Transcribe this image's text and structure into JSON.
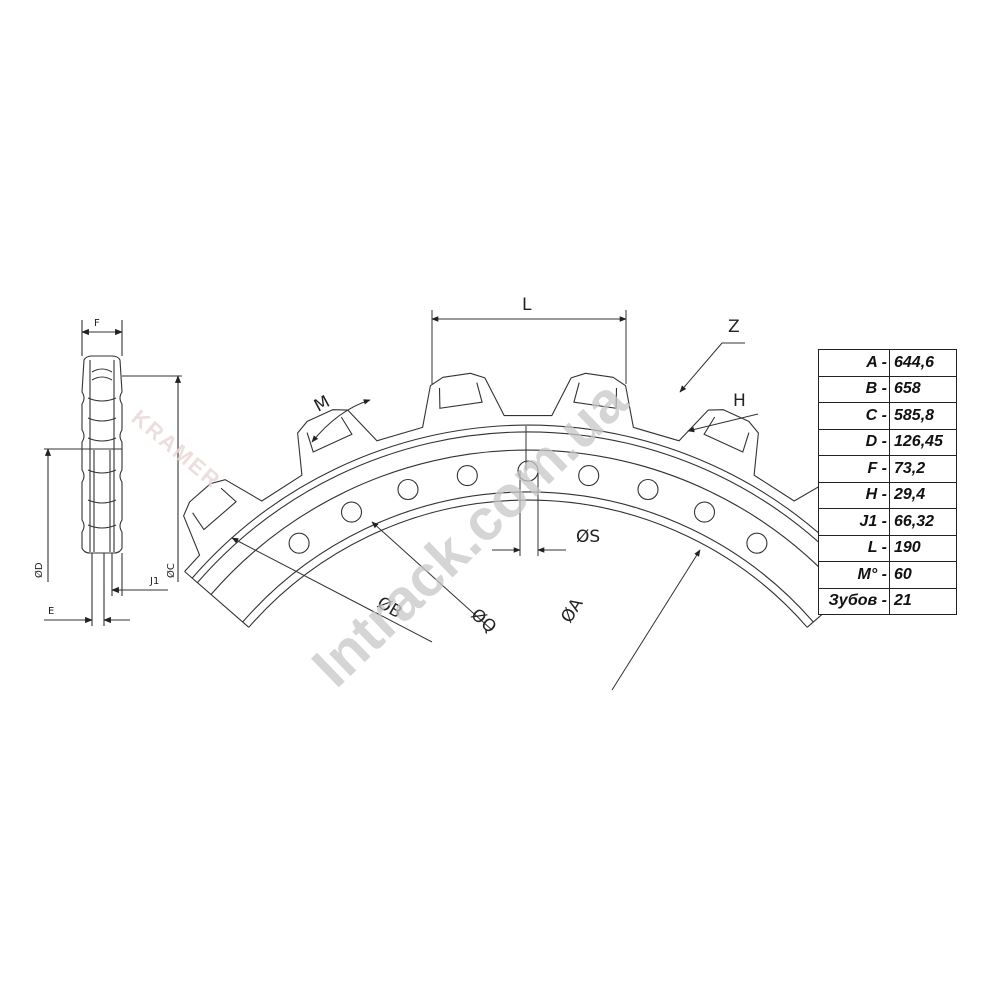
{
  "diagram": {
    "side_view_labels": {
      "f": "F",
      "d": "ØD",
      "c": "ØC",
      "j1": "J1",
      "e": "E"
    },
    "main_view_labels": {
      "l": "L",
      "m": "M",
      "z": "Z",
      "h": "H",
      "s": "ØS",
      "b": "ØB",
      "q": "ØQ",
      "a": "ØA"
    },
    "brand_text": "KRAMER",
    "watermark": "Intrack.com.ua"
  },
  "spec_table": {
    "rows": [
      {
        "key": "A -",
        "value": "644,6"
      },
      {
        "key": "B -",
        "value": "658"
      },
      {
        "key": "C -",
        "value": "585,8"
      },
      {
        "key": "D -",
        "value": "126,45"
      },
      {
        "key": "F -",
        "value": "73,2"
      },
      {
        "key": "H -",
        "value": "29,4"
      },
      {
        "key": "J1 -",
        "value": "66,32"
      },
      {
        "key": "L -",
        "value": "190"
      },
      {
        "key": "M° -",
        "value": "60"
      },
      {
        "key": "Зубов -",
        "value": "21"
      }
    ]
  },
  "colors": {
    "line": "#333333",
    "watermark": "#c8c8c8",
    "brand": "#e9d6d6"
  }
}
